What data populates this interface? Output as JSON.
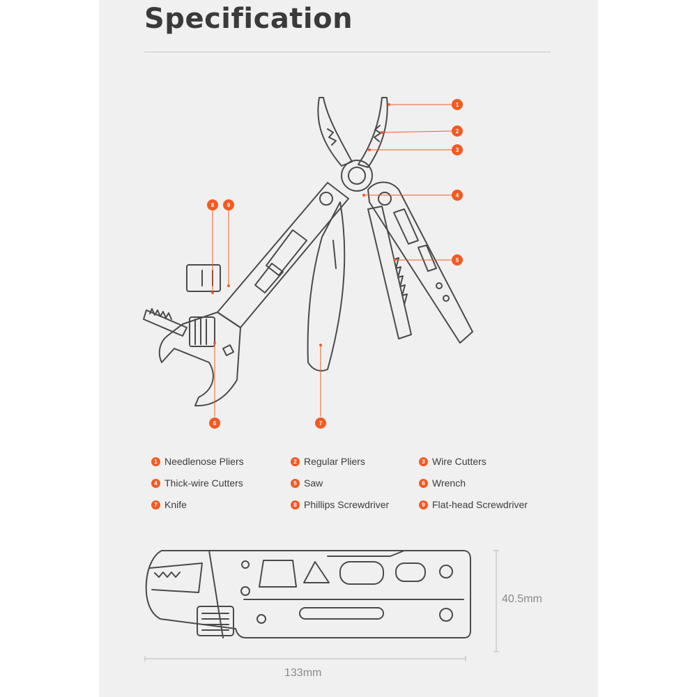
{
  "title": "Specification",
  "accent_color": "#f45a22",
  "markers": [
    "1",
    "2",
    "3",
    "4",
    "5",
    "6",
    "7",
    "8",
    "9"
  ],
  "legend": [
    {
      "num": "1",
      "label": "Needlenose Pliers"
    },
    {
      "num": "2",
      "label": "Regular Pliers"
    },
    {
      "num": "3",
      "label": "Wire Cutters"
    },
    {
      "num": "4",
      "label": "Thick-wire Cutters"
    },
    {
      "num": "5",
      "label": "Saw"
    },
    {
      "num": "6",
      "label": "Wrench"
    },
    {
      "num": "7",
      "label": "Knife"
    },
    {
      "num": "8",
      "label": "Phillips Screwdriver"
    },
    {
      "num": "9",
      "label": "Flat-head Screwdriver"
    }
  ],
  "dimensions": {
    "height": "40.5mm",
    "length": "133mm"
  }
}
